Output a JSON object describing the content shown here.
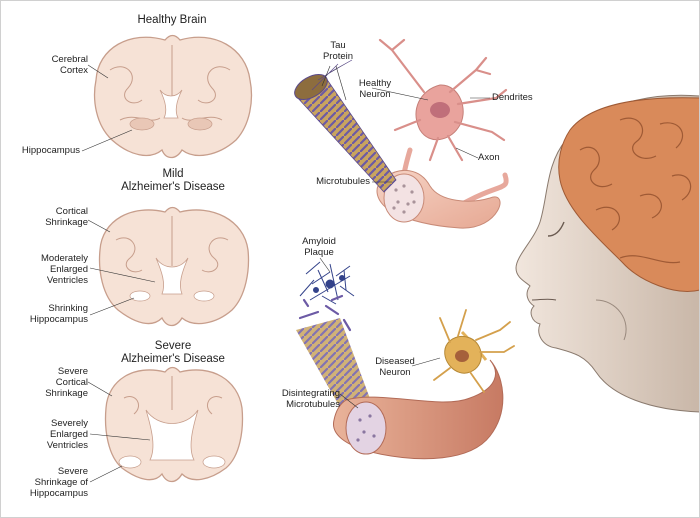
{
  "brains": {
    "healthy": {
      "title": "Healthy Brain",
      "cortex": [
        "Cerebral",
        "Cortex"
      ],
      "hippocampus": "Hippocampus"
    },
    "mild": {
      "title": [
        "Mild",
        "Alzheimer's Disease"
      ],
      "cortical": [
        "Cortical",
        "Shrinkage"
      ],
      "ventricles": [
        "Moderately",
        "Enlarged",
        "Ventricles"
      ],
      "hippocampus": [
        "Shrinking",
        "Hippocampus"
      ]
    },
    "severe": {
      "title": [
        "Severe",
        "Alzheimer's Disease"
      ],
      "cortical": [
        "Severe",
        "Cortical",
        "Shrinkage"
      ],
      "ventricles": [
        "Severely",
        "Enlarged",
        "Ventricles"
      ],
      "hippocampus": [
        "Severe",
        "Shrinkage of",
        "Hippocampus"
      ]
    }
  },
  "neurons": {
    "healthy": {
      "tau": [
        "Tau",
        "Protein"
      ],
      "neuron": [
        "Healthy",
        "Neuron"
      ],
      "dendrites": "Dendrites",
      "axon": "Axon",
      "microtubules": "Microtubules"
    },
    "diseased": {
      "plaque": [
        "Amyloid",
        "Plaque"
      ],
      "neuron": [
        "Diseased",
        "Neuron"
      ],
      "microtubules": [
        "Disintegrating",
        "Microtubules"
      ]
    }
  },
  "colors": {
    "brain_fill": "#f6e2d6",
    "brain_stroke": "#c79e8c",
    "neuron": "#e9a39d",
    "axon": "#f2c7b5",
    "diseased_neuron": "#e3b25a",
    "tau": "#7a6aa8",
    "plaque": "#33428a",
    "face": "#e8dcd2",
    "profile_brain": "#d98a5a"
  }
}
